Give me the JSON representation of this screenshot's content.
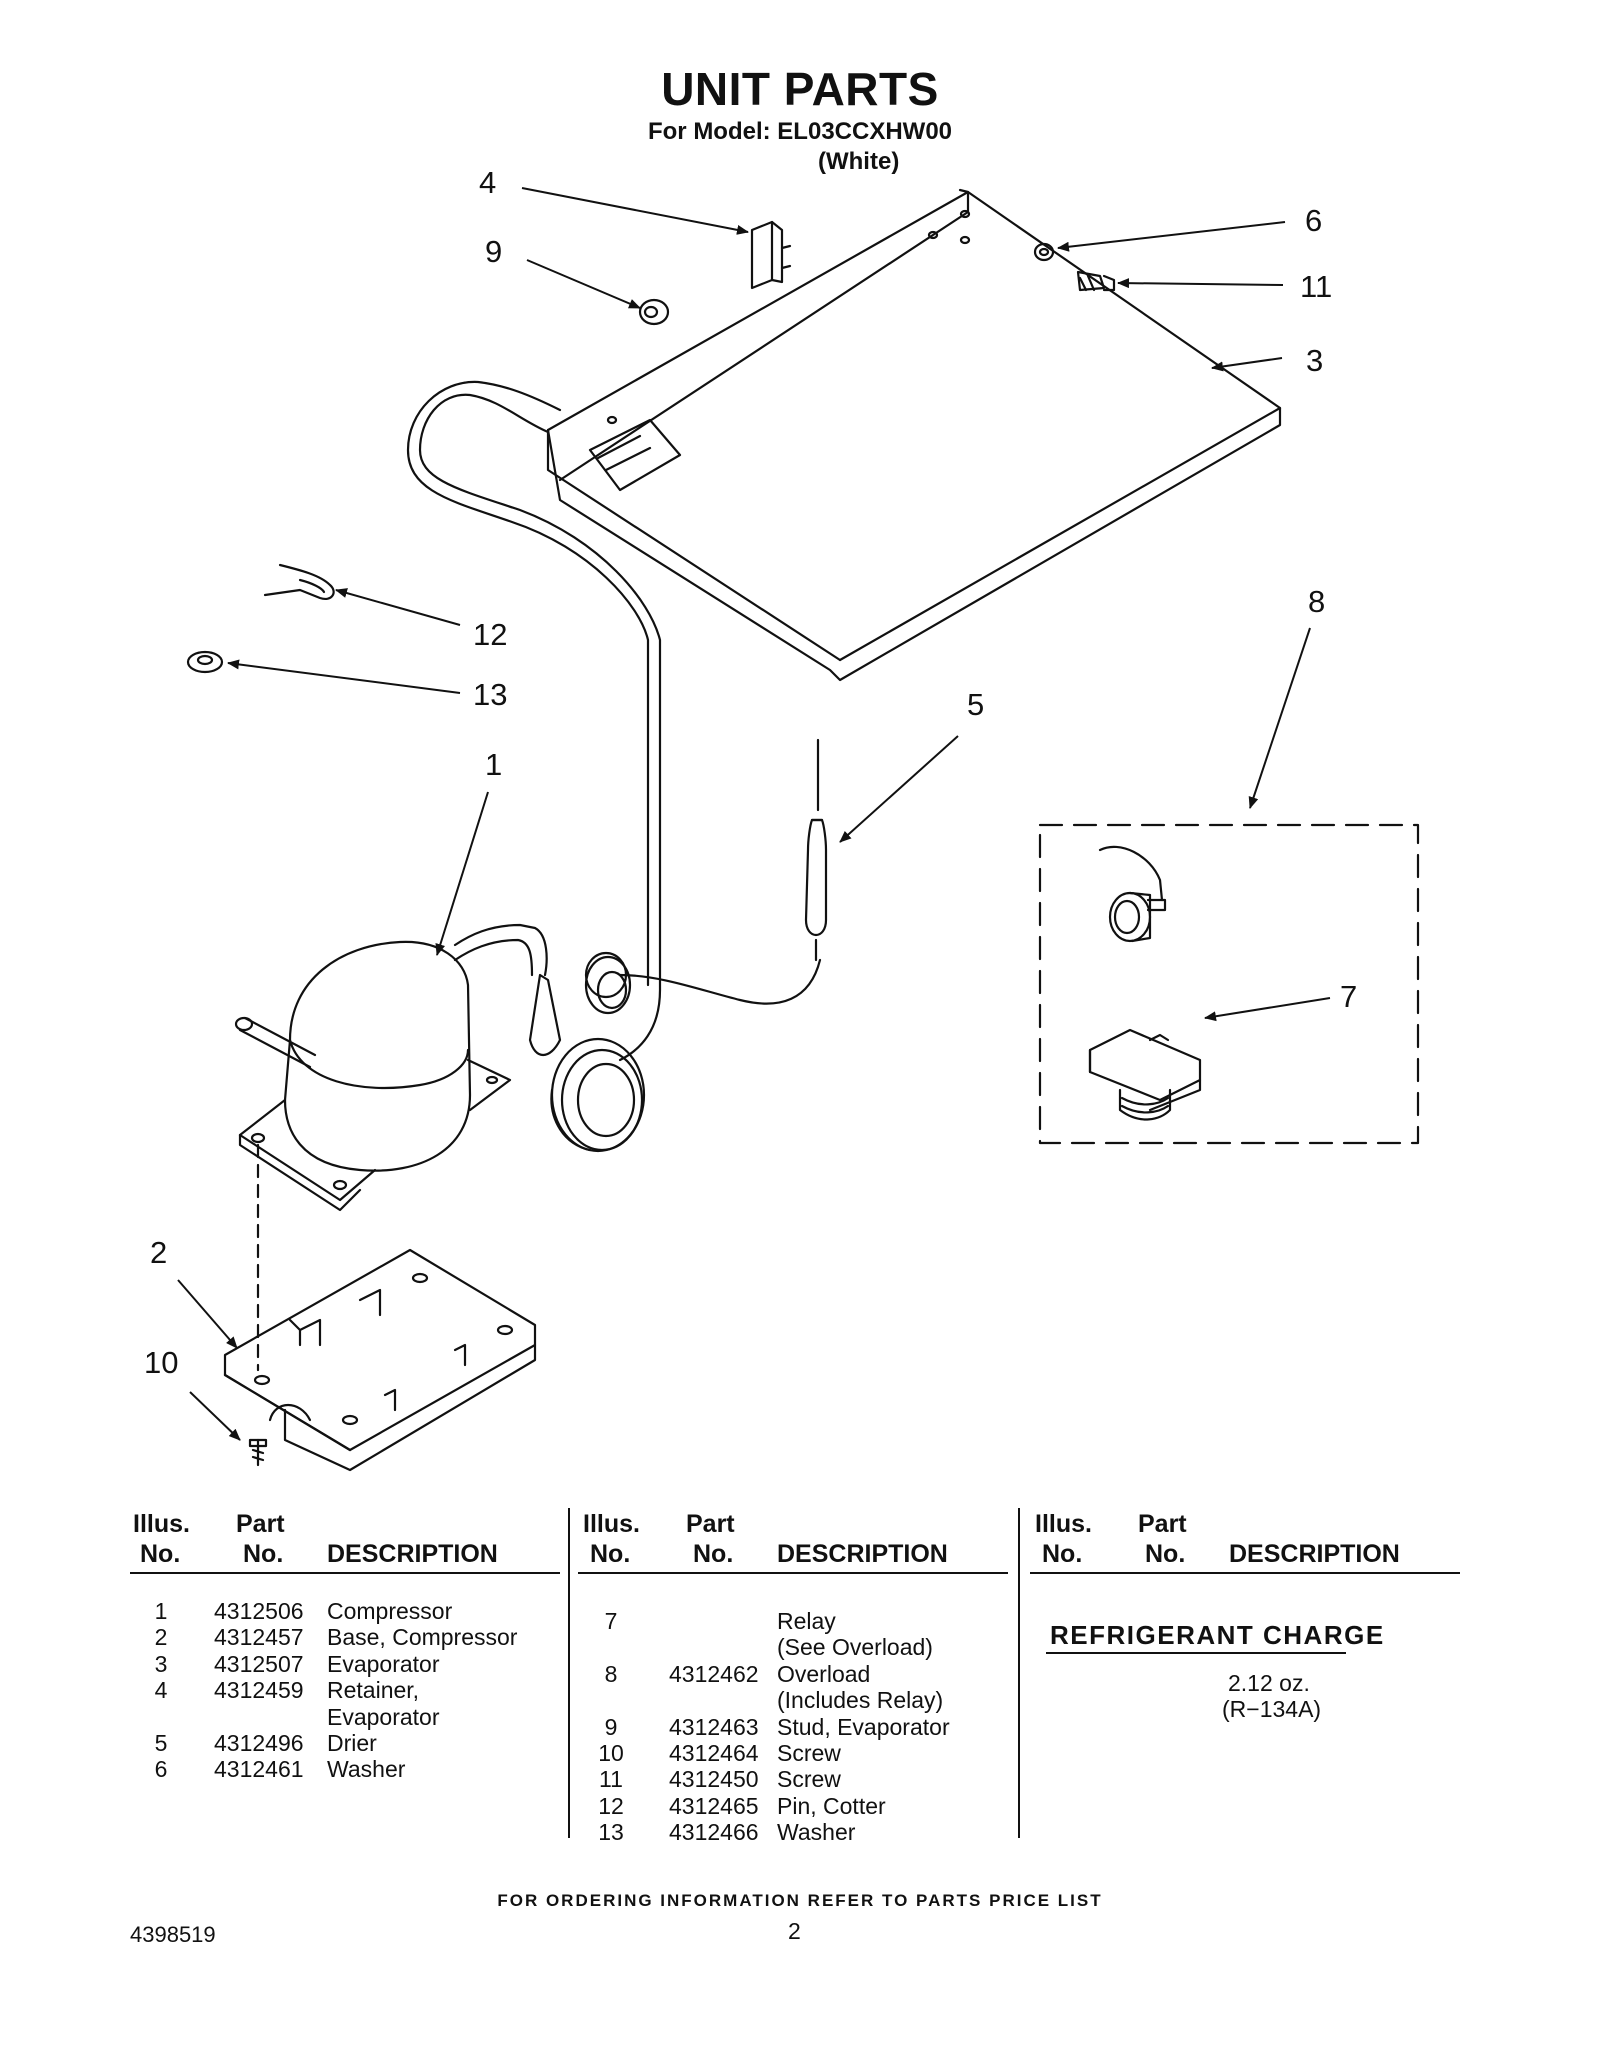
{
  "header": {
    "title": "UNIT PARTS",
    "model_line": "For Model: EL03CCXHW00",
    "color_line": "(White)"
  },
  "diagram": {
    "callouts": [
      "1",
      "2",
      "3",
      "4",
      "5",
      "6",
      "7",
      "8",
      "9",
      "10",
      "11",
      "12",
      "13"
    ]
  },
  "table": {
    "headers": {
      "illus": "Illus.",
      "no": "No.",
      "part": "Part",
      "desc": "DESCRIPTION"
    },
    "col1": [
      {
        "illus": "1",
        "part": "4312506",
        "desc": "Compressor"
      },
      {
        "illus": "2",
        "part": "4312457",
        "desc": "Base, Compressor"
      },
      {
        "illus": "3",
        "part": "4312507",
        "desc": "Evaporator"
      },
      {
        "illus": "4",
        "part": "4312459",
        "desc": "Retainer,"
      },
      {
        "illus": "",
        "part": "",
        "desc": "Evaporator"
      },
      {
        "illus": "5",
        "part": "4312496",
        "desc": "Drier"
      },
      {
        "illus": "6",
        "part": "4312461",
        "desc": "Washer"
      }
    ],
    "col2": [
      {
        "illus": "7",
        "part": "",
        "desc": "Relay"
      },
      {
        "illus": "",
        "part": "",
        "desc": "(See Overload)"
      },
      {
        "illus": "8",
        "part": "4312462",
        "desc": "Overload"
      },
      {
        "illus": "",
        "part": "",
        "desc": "(Includes Relay)"
      },
      {
        "illus": "9",
        "part": "4312463",
        "desc": "Stud, Evaporator"
      },
      {
        "illus": "10",
        "part": "4312464",
        "desc": "Screw"
      },
      {
        "illus": "11",
        "part": "4312450",
        "desc": "Screw"
      },
      {
        "illus": "12",
        "part": "4312465",
        "desc": "Pin, Cotter"
      },
      {
        "illus": "13",
        "part": "4312466",
        "desc": "Washer"
      }
    ]
  },
  "refrigerant": {
    "title": "REFRIGERANT CHARGE",
    "amount": "2.12 oz.",
    "type": "(R−134A)"
  },
  "footer": {
    "ordering_note": "FOR ORDERING INFORMATION REFER TO PARTS PRICE LIST",
    "doc_number": "4398519",
    "page_number": "2"
  }
}
